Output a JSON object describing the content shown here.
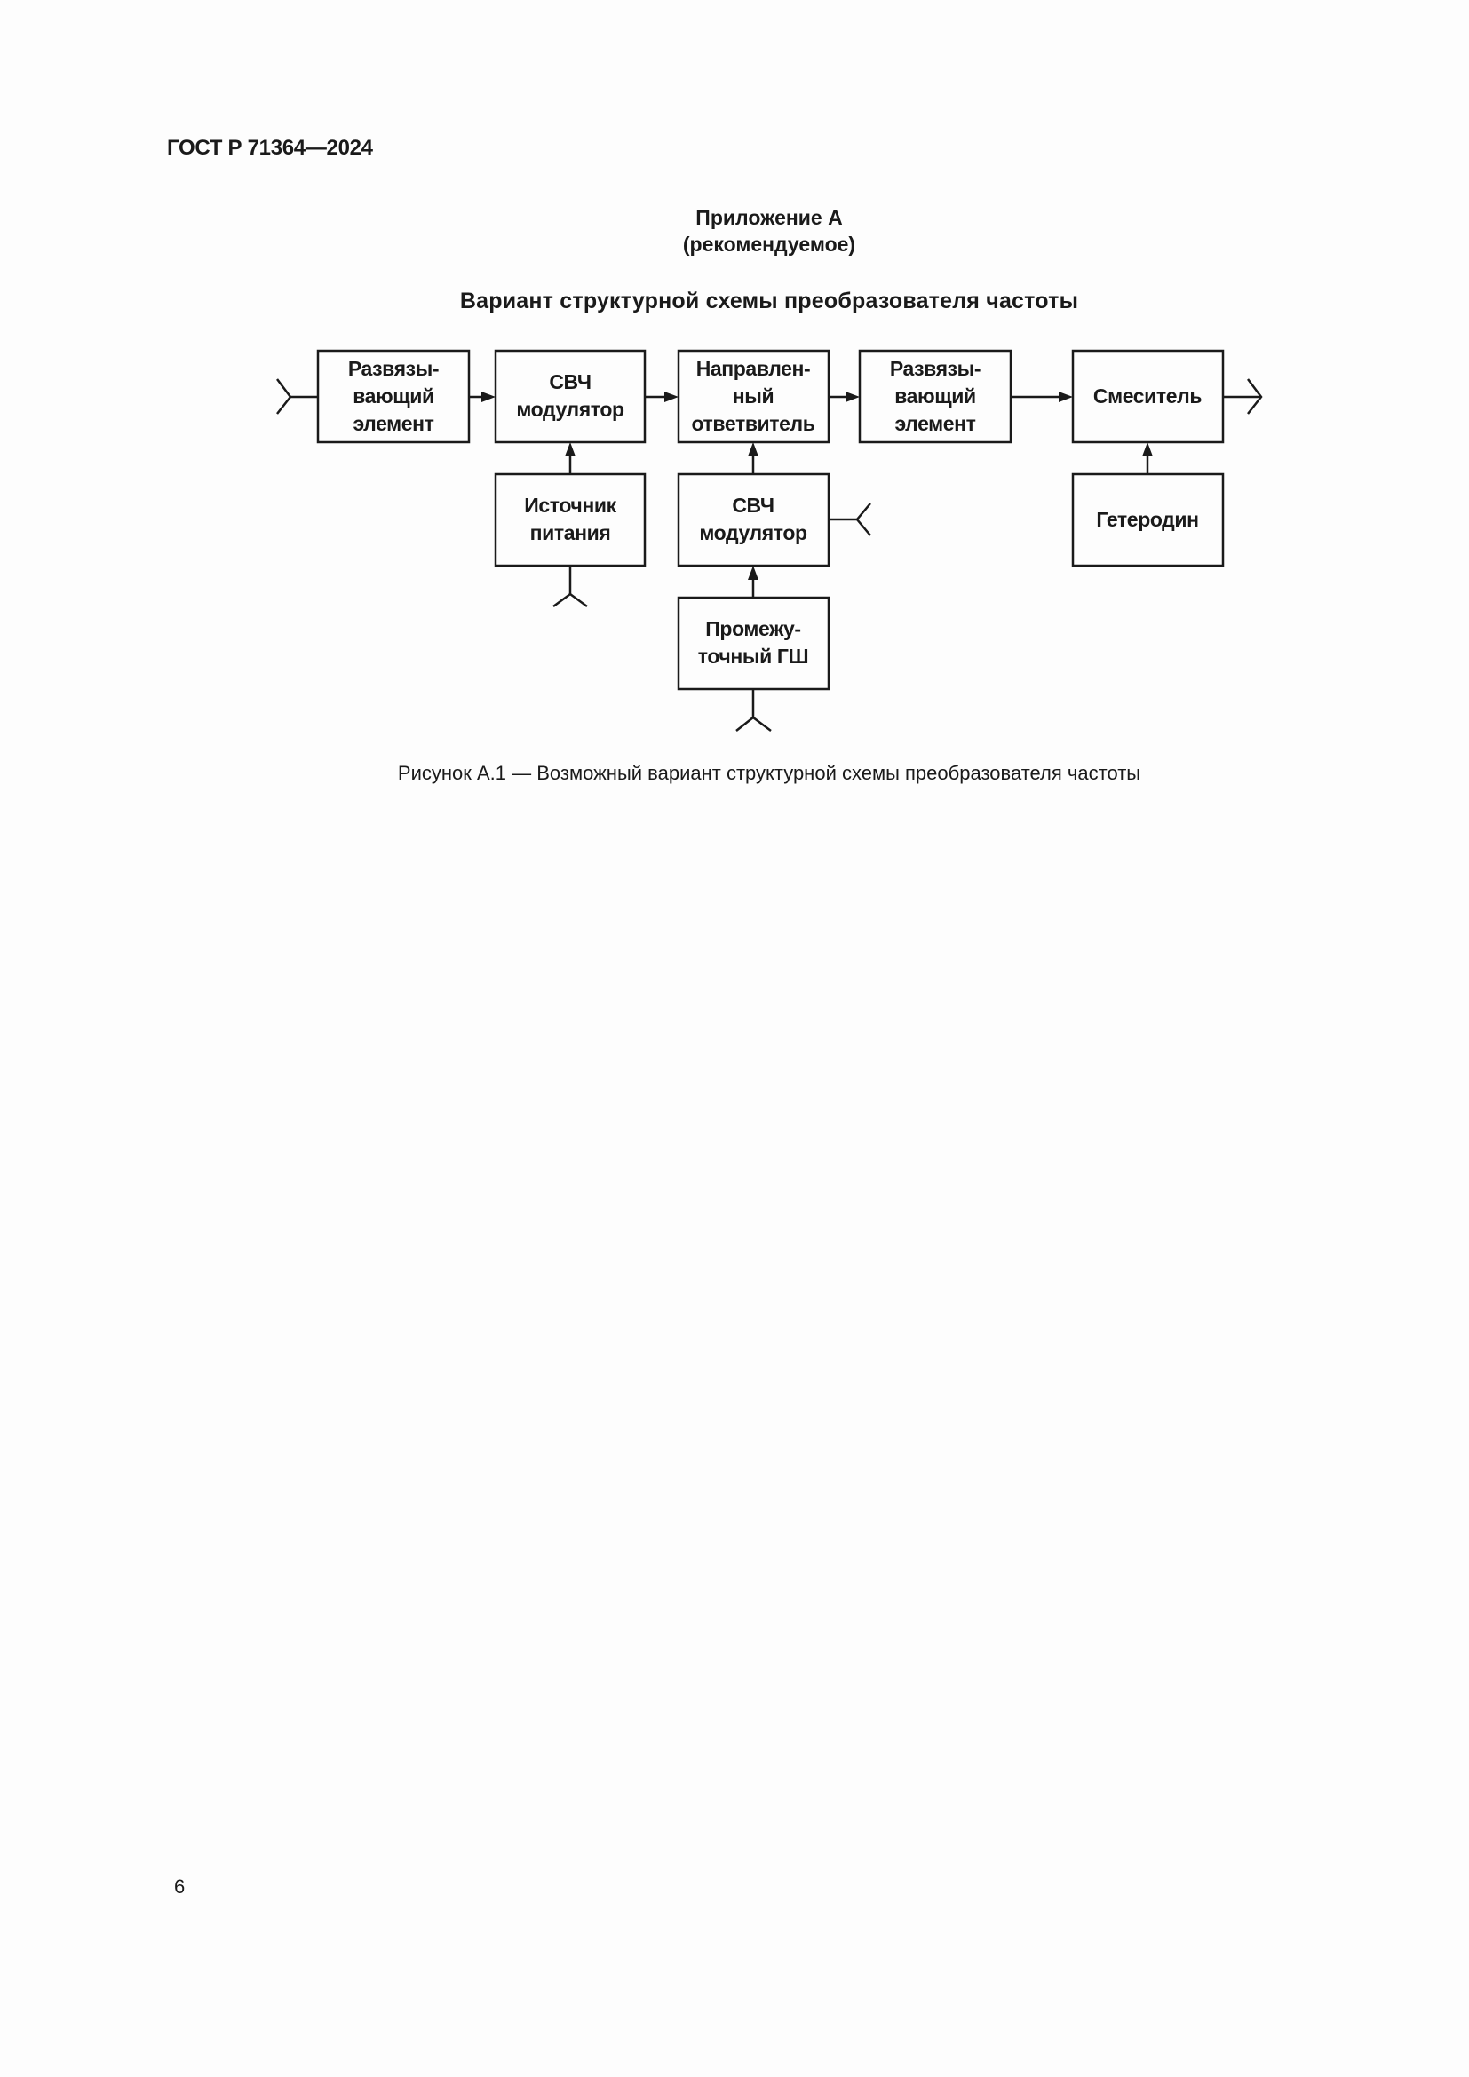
{
  "header": {
    "doc_id": "ГОСТ Р 71364—2024"
  },
  "appendix": {
    "title": "Приложение А",
    "status": "(рекомендуемое)"
  },
  "section_title": "Вариант структурной схемы преобразователя частоты",
  "diagram": {
    "blocks": {
      "decoupler_1": [
        "Развязы-",
        "вающий",
        "элемент"
      ],
      "microwave_modulator_1": [
        "СВЧ",
        "модулятор"
      ],
      "directional_coupler": [
        "Направлен-",
        "ный",
        "ответвитель"
      ],
      "decoupler_2": [
        "Развязы-",
        "вающий",
        "элемент"
      ],
      "mixer": [
        "Смеситель"
      ],
      "power_supply": [
        "Источник",
        "питания"
      ],
      "microwave_modulator_2": [
        "СВЧ",
        "модулятор"
      ],
      "local_oscillator": [
        "Гетеродин"
      ],
      "if_noise_generator": [
        "Промежу-",
        "точный ГШ"
      ]
    }
  },
  "caption": "Рисунок А.1 — Возможный вариант структурной схемы преобразователя частоты",
  "page_number": "6"
}
